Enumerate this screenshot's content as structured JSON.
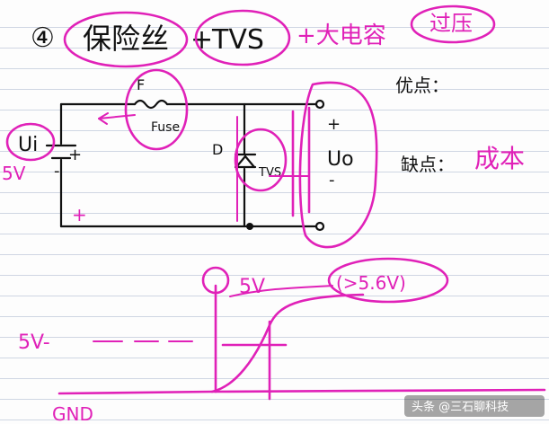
{
  "title": {
    "number": "④",
    "part1": "保险丝",
    "plus1": "+",
    "part2": "TVS",
    "part3": "+大电容",
    "circled": "过压"
  },
  "notes": {
    "advantages_label": "优点：",
    "disadvantages_label": "缺点：",
    "disadvantages_value": "成本"
  },
  "circuit": {
    "input_label": "Ui",
    "input_voltage": "5V",
    "input_plus": "+",
    "input_minus": "-",
    "fuse_letter": "F",
    "fuse_text": "Fuse",
    "diode_label": "D",
    "tvs_label": "TVS",
    "output_label": "Uo",
    "output_plus": "+",
    "output_minus": "-",
    "arrow_plus": "+"
  },
  "waveform": {
    "peak_label": "5V",
    "peak_threshold": "(>5.6V)",
    "level_label": "5V-",
    "ground_label": "GND"
  },
  "watermark": "头条 @三石聊科技",
  "colors": {
    "ink": "#111111",
    "accent": "#e021b8"
  }
}
